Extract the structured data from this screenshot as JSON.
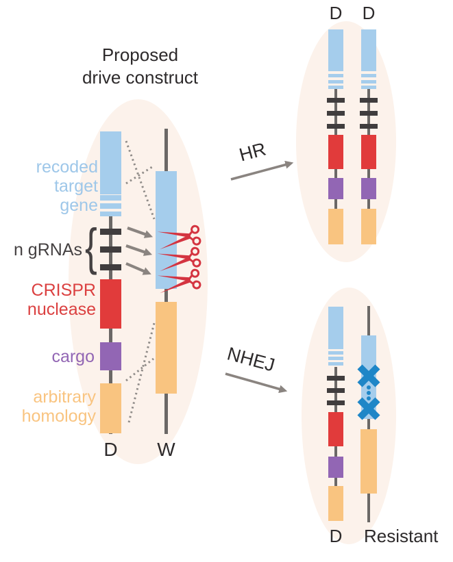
{
  "title": "Proposed\ndrive construct",
  "labels": {
    "recoded_target_gene": "recoded\ntarget\ngene",
    "n_grnas": "n gRNAs",
    "grna_brace": "{",
    "crispr_nuclease": "CRISPR\nnuclease",
    "cargo": "cargo",
    "arbitrary_homology": "arbitrary\nhomology",
    "drive_allele": "D",
    "wild_allele": "W",
    "hr_pathway": "HR",
    "nhej_pathway": "NHEJ",
    "hr_outcome_left": "D",
    "hr_outcome_right": "D",
    "nhej_outcome_left": "D",
    "nhej_outcome_right": "Resistant"
  },
  "icons": {
    "cut_site": "scissors-icon",
    "mutation": "blue-x-icon"
  },
  "segments": {
    "drive_construct": [
      "recoded target gene",
      "n gRNAs",
      "CRISPR nuclease",
      "cargo",
      "arbitrary homology"
    ],
    "wild_type": [
      "target gene",
      "homology region"
    ]
  },
  "colors": {
    "target_gene_blue": "#A5CDEC",
    "grna_bar_dark": "#403D3E",
    "nuclease_red": "#E13B3B",
    "cargo_purple": "#9266B4",
    "homology_orange": "#F9C480",
    "backbone_gray": "#6B6866",
    "mutation_blue": "#1E86C7",
    "scissors_red": "#D43440",
    "halo_peach": "#FCF2EB",
    "arrow_gray": "#8A8480",
    "dotted_gray": "#908C89",
    "text_dark": "#2D2A2B",
    "label_blue": "#9EC7E9",
    "label_red": "#DB4040",
    "label_gray": "#454142"
  }
}
